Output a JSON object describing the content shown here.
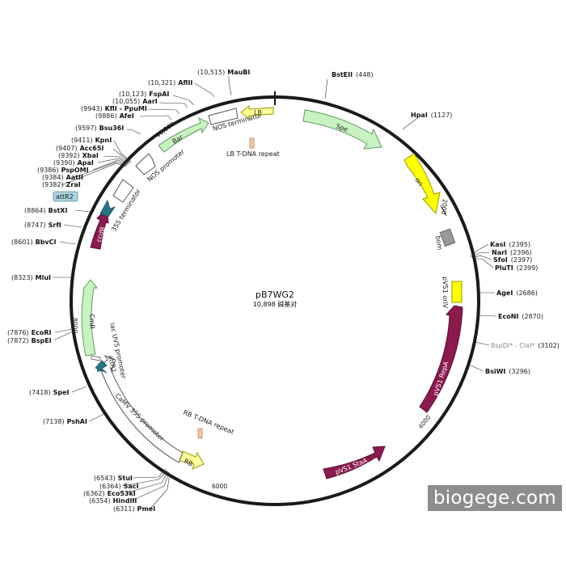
{
  "plasmid": {
    "name": "pB7WG2",
    "size_label": "10,898 碱基对",
    "length": 10898
  },
  "watermark": "biogege.com",
  "colors": {
    "backbone": "#1a1a1a",
    "green_feature": "#c9f2c2",
    "green_stroke": "#5aa05a",
    "yellow_feature": "#ffff00",
    "light_yellow": "#ffff99",
    "magenta_feature": "#8b1a4f",
    "teal_feature": "#2a7585",
    "gray_feature": "#999999",
    "attr_box": "#a8d4e0",
    "tdna_repeat": "#f2c8a0"
  },
  "ticks": [
    {
      "label": "2000",
      "pos": 2000
    },
    {
      "label": "4000",
      "pos": 4000
    },
    {
      "label": "6000",
      "pos": 6000
    },
    {
      "label": "8000",
      "pos": 8000
    },
    {
      "label": "10,000",
      "pos": 10000
    }
  ],
  "sites_top_left": [
    {
      "num": "(10,515)",
      "name": "MauBI"
    },
    {
      "num": "(10,321)",
      "name": "AflII"
    },
    {
      "num": "(10,123)",
      "name": "FspAI"
    },
    {
      "num": "(10,055)",
      "name": "AarI"
    },
    {
      "num": "(9943)",
      "name": "KflI - PpuMI"
    },
    {
      "num": "(9886)",
      "name": "AfeI"
    },
    {
      "num": "(9597)",
      "name": "Bsu36I"
    },
    {
      "num": "(9411)",
      "name": "KpnI"
    },
    {
      "num": "(9407)",
      "name": "Acc65I"
    },
    {
      "num": "(9392)",
      "name": "XbaI"
    },
    {
      "num": "(9390)",
      "name": "ApaI"
    },
    {
      "num": "(9386)",
      "name": "PspOMI"
    },
    {
      "num": "(9384)",
      "name": "AatII"
    },
    {
      "num": "(9382)",
      "name": "ZraI"
    }
  ],
  "sites_left": [
    {
      "num": "(8864)",
      "name": "BstXI"
    },
    {
      "num": "(8747)",
      "name": "SrfI"
    },
    {
      "num": "(8601)",
      "name": "BbvCI"
    },
    {
      "num": "(8323)",
      "name": "MluI"
    },
    {
      "num": "(7876)",
      "name": "EcoRI"
    },
    {
      "num": "(7872)",
      "name": "BspEI"
    },
    {
      "num": "(7418)",
      "name": "SpeI"
    },
    {
      "num": "(7138)",
      "name": "PshAI"
    }
  ],
  "sites_bottom": [
    {
      "num": "(6543)",
      "name": "StuI"
    },
    {
      "num": "(6364)",
      "name": "SacI"
    },
    {
      "num": "(6362)",
      "name": "Eco53kI"
    },
    {
      "num": "(6354)",
      "name": "HindIII"
    },
    {
      "num": "(6311)",
      "name": "PmeI"
    }
  ],
  "sites_right": [
    {
      "name": "BstEII",
      "num": "(448)"
    },
    {
      "name": "HpaI",
      "num": "(1127)"
    },
    {
      "name": "KasI",
      "num": "(2395)"
    },
    {
      "name": "NarI",
      "num": "(2396)"
    },
    {
      "name": "SfoI",
      "num": "(2397)"
    },
    {
      "name": "PluTI",
      "num": "(2399)"
    },
    {
      "name": "AgeI",
      "num": "(2686)"
    },
    {
      "name": "EcoNI",
      "num": "(2870)"
    },
    {
      "name": "BspDI* - ClaI*",
      "num": "(3102)"
    },
    {
      "name": "BsiWI",
      "num": "(3296)"
    }
  ],
  "features": {
    "spe": "Spe",
    "ori": "ori",
    "bom": "bom",
    "pvs1_oriv": "pVS1 oriV",
    "pvs1_repa": "pVS1 RepA",
    "pvs1_staa": "pVS1 StaA",
    "rb": "RB",
    "rb_repeat": "RB T-DNA repeat",
    "camv": "CaMV 35S promoter",
    "attr1": "attR1",
    "lac": "lac UV5 promoter",
    "cmr": "CmR",
    "ccdb": "ccdB",
    "s35_term": "35S terminator",
    "attr2": "attR2",
    "nos_promoter": "NOS promoter",
    "bar": "Bar",
    "nos_terminator": "NOS terminator",
    "lb": "LB",
    "lb_repeat": "LB T-DNA repeat"
  }
}
